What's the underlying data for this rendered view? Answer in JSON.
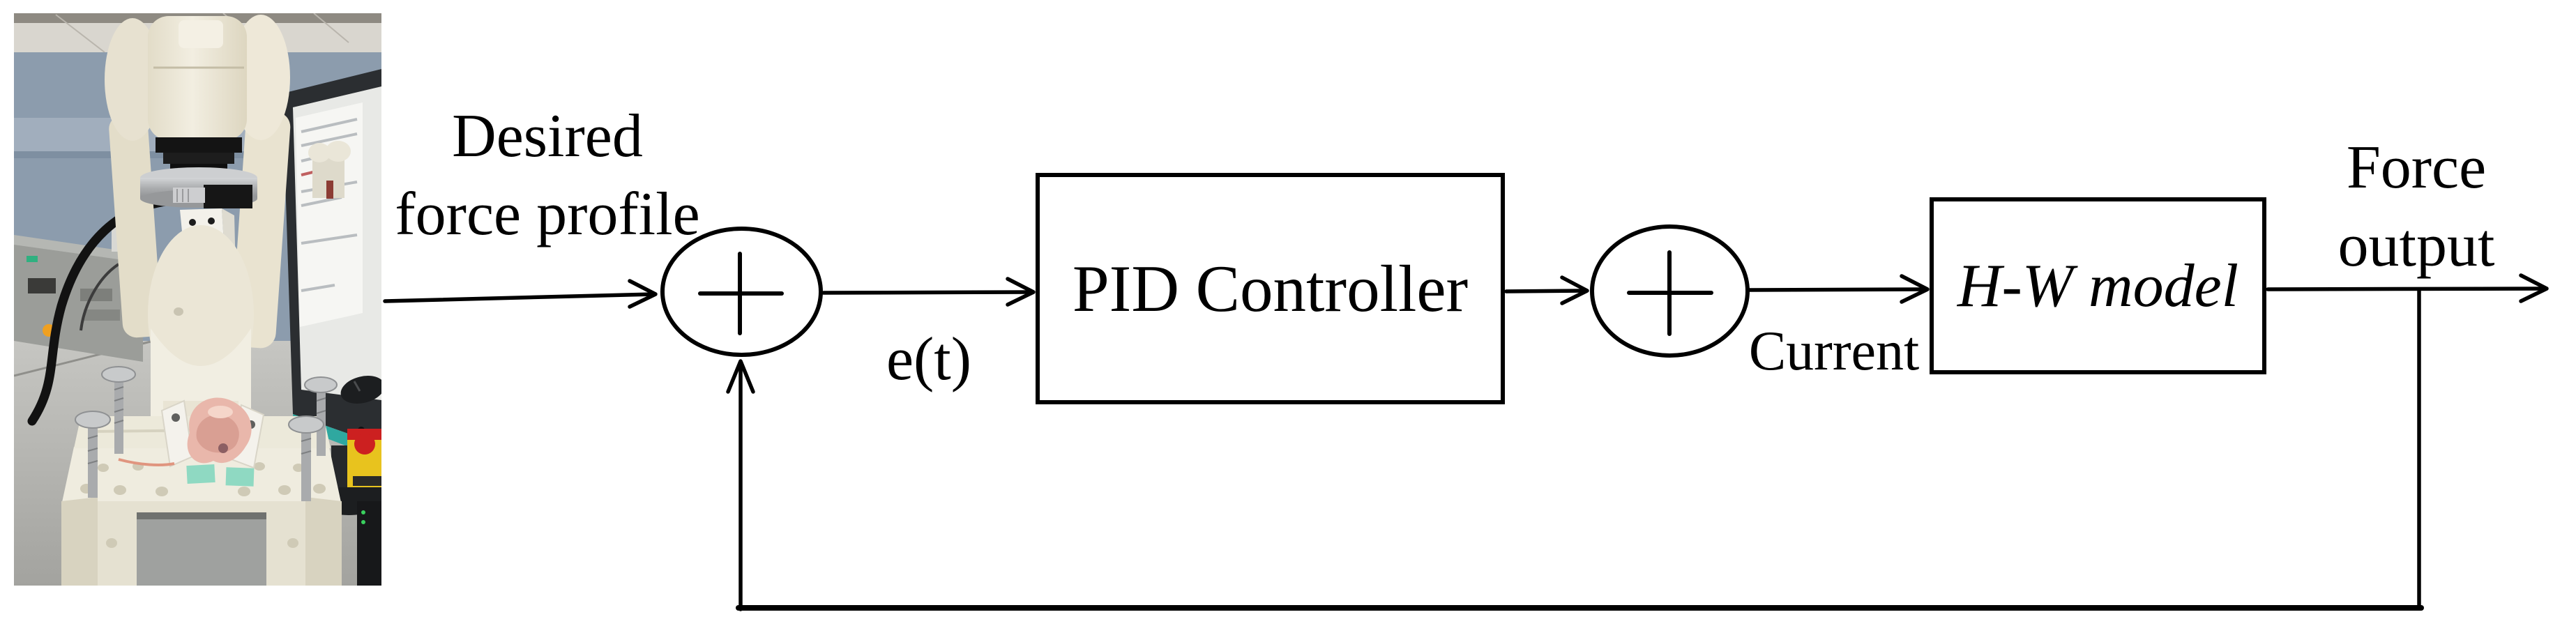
{
  "figure": {
    "type": "control-loop-block-diagram",
    "background": "#ffffff",
    "line_color": "#000000",
    "labels": {
      "input_line1": "Desired",
      "input_line2": "force profile",
      "error_signal": "e(t)",
      "pid_block": "PID Controller",
      "current_signal": "Current",
      "plant_block": "H-W model",
      "output_line1": "Force",
      "output_line2": "output"
    },
    "junctions": [
      {
        "name": "error-summing-junction",
        "symbol": "+"
      },
      {
        "name": "current-summing-junction",
        "symbol": "+"
      }
    ],
    "photo": {
      "description": "Robotic arm with needle tool above a tissue sample clamped on a white fixture; lab bench with monitor, cables and emergency stop",
      "colors": {
        "ceiling": "#d9d6cf",
        "wall": "#8c9cad",
        "wall_band": "#a6b3c0",
        "robot_body": "#ece7d7",
        "robot_light": "#f2eee1",
        "robot_shadow": "#cfc8b2",
        "black_parts": "#161616",
        "aluminum": "#b4b6b8",
        "table": "#b5b5b1",
        "equipment": "#9b9d99",
        "fixture": "#e9e5d5",
        "fixture_top": "#efecdf",
        "tissue": "#e9b7ab",
        "tissue_shadow": "#d99f93",
        "spacer_teal": "#8fd9c2",
        "estop_yellow": "#e8c31e",
        "estop_red": "#cc2020",
        "monitor_frame": "#2b2e31",
        "screen": "#e8e9e6",
        "screen_doc": "#f6f6f3",
        "accent_teal": "#2fa8a0",
        "led_orange": "#f0a020"
      }
    }
  }
}
